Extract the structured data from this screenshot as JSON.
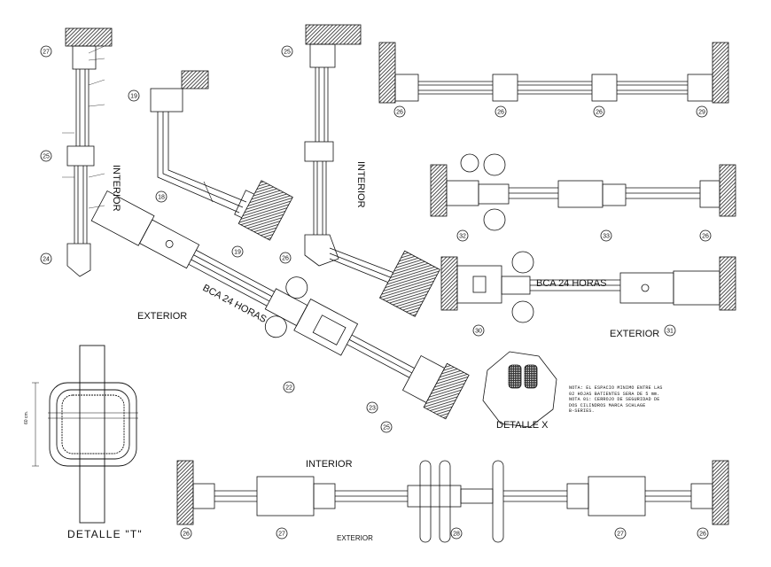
{
  "labels": {
    "interior": "INTERIOR",
    "exterior": "EXTERIOR",
    "bca": "BCA 24 HORAS",
    "detalle_t": "DETALLE \"T\"",
    "detalle_x": "DETALLE X"
  },
  "note": [
    "NOTA: EL ESPACIO MINIMO ENTRE LAS",
    "02 HOJAS BATIENTES SERA DE 5 mm.",
    "NOTA 01: CERROJO DE SEGURIDAD DE",
    "DOS CILINDROS MARCA SCHLAGE",
    "B-SERIES."
  ],
  "bubbles": [
    "27",
    "19",
    "25",
    "24",
    "18",
    "19",
    "25",
    "26",
    "26",
    "26",
    "26",
    "29",
    "32",
    "33",
    "26",
    "30",
    "31",
    "26",
    "27",
    "28",
    "27",
    "26",
    "25",
    "22",
    "23"
  ],
  "dimensions": [
    "60 cm."
  ],
  "colors": {
    "ink": "#111111",
    "hatch": "#222222",
    "paper": "#ffffff"
  }
}
